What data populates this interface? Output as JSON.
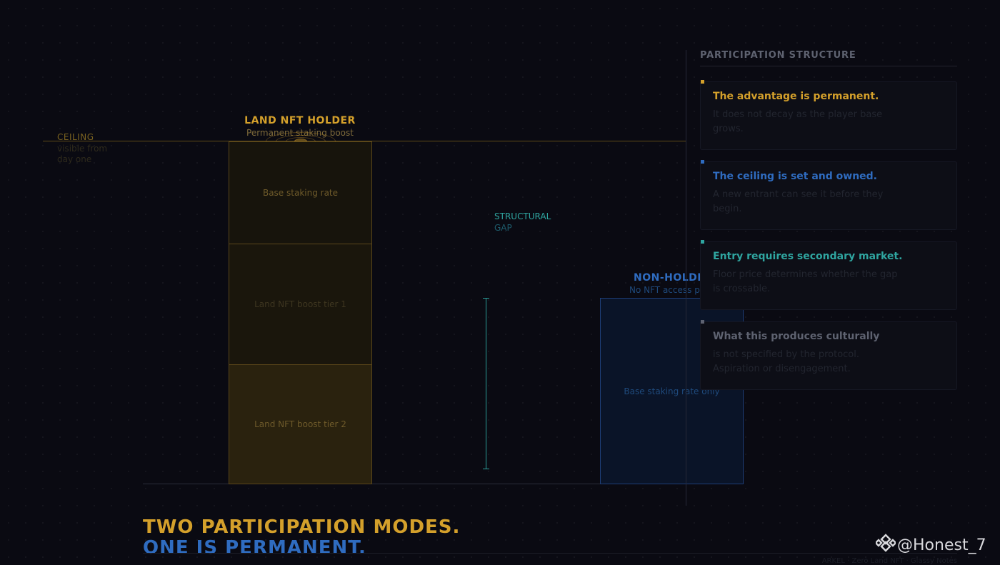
{
  "ceiling": {
    "label": "CEILING",
    "sub": "visible from day one"
  },
  "holder": {
    "title": "LAND NFT HOLDER",
    "subtitle": "Permanent staking boost",
    "segments": [
      "Base staking rate",
      "Land NFT boost tier 1",
      "Land NFT boost tier 2"
    ]
  },
  "gap": {
    "label": "STRUCTURAL",
    "sub": "GAP"
  },
  "non_holder": {
    "title": "NON-HOLDER",
    "subtitle": "No NFT access path",
    "segment": "Base staking rate only"
  },
  "panel": {
    "title": "PARTICIPATION STRUCTURE",
    "cards": [
      {
        "title": "The advantage is permanent.",
        "body": "It does not decay as the player base grows.",
        "color": "#d4a02b"
      },
      {
        "title": "The ceiling is set and owned.",
        "body": "A new entrant can see it before they begin.",
        "color": "#2f6cc0"
      },
      {
        "title": "Entry requires secondary market.",
        "body": "Floor price determines whether the gap is crossable.",
        "color": "#2fa5a0"
      },
      {
        "title": "What this produces culturally",
        "body": "is not specified by the protocol. Aspiration or disengagement.",
        "color": "#5e6270"
      }
    ]
  },
  "headline": {
    "line1": "TWO PARTICIPATION MODES.",
    "line2": "ONE IS PERMANENT."
  },
  "footer": "ARKEL · Zero Land NFT · Glassy Notes",
  "watermark": {
    "handle": "@Honest_7",
    "icon": "binance-square-icon"
  },
  "colors": {
    "gold": "#d4a02b",
    "blue": "#2f6cc0",
    "teal": "#2fa5a0",
    "background": "#0a0a12"
  }
}
